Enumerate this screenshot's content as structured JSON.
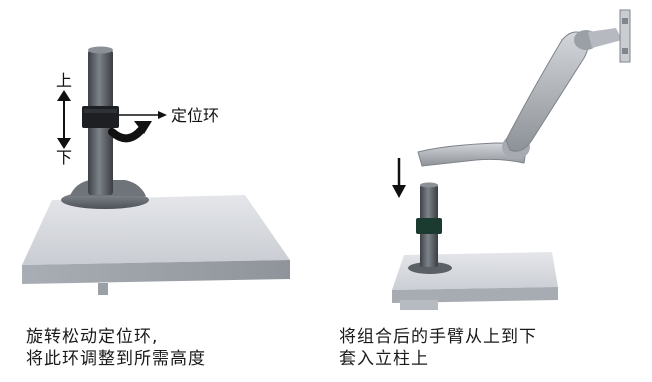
{
  "left": {
    "label_up": "上",
    "label_down": "下",
    "label_ring": "定位环",
    "caption_line1": "旋转松动定位环,",
    "caption_line2": "将此环调整到所需高度"
  },
  "right": {
    "caption_line1": "将组合后的手臂从上到下",
    "caption_line2": "套入立柱上"
  }
}
